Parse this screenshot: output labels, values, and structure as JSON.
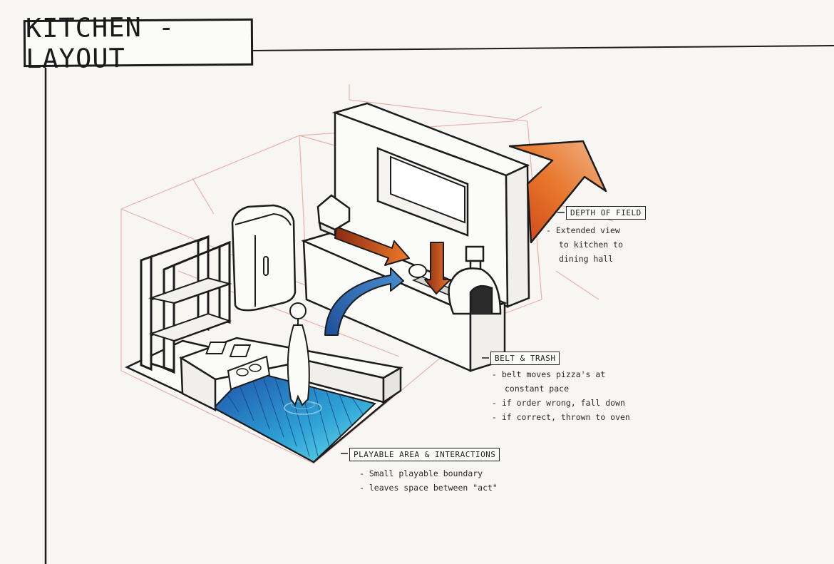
{
  "title": "KITCHEN - LAYOUT",
  "callouts": {
    "depth": {
      "heading": "DEPTH OF FIELD",
      "lines": [
        "- Extended view",
        "to kitchen to",
        "dining hall"
      ]
    },
    "belt": {
      "heading": "BELT & TRASH",
      "lines": [
        "- belt moves pizza's at",
        "constant pace",
        "- if order wrong, fall down",
        "- if correct, thrown to oven"
      ]
    },
    "play": {
      "heading": "PLAYABLE AREA & INTERACTIONS",
      "lines": [
        "- Small playable boundary",
        "- leaves space between \"act\""
      ]
    }
  },
  "colors": {
    "ink": "#1c1c1c",
    "orange": "#e0651f",
    "blue": "#2f6fb8",
    "floor": "#35a8d8",
    "sketch": "#e8a3a3"
  }
}
